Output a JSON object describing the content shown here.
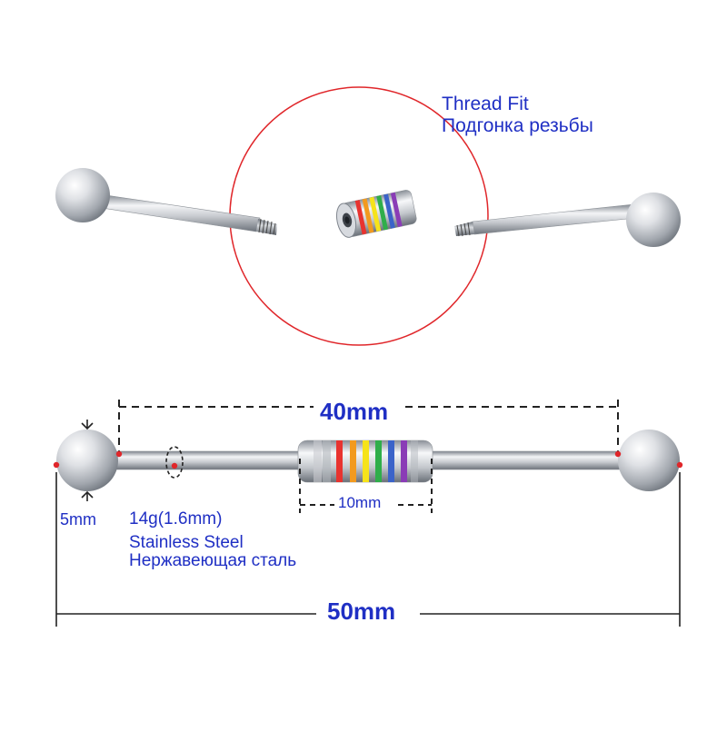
{
  "labels": {
    "thread_title": "Thread Fit",
    "thread_subtitle": "Подгонка резьбы",
    "dim_40": "40mm",
    "dim_10": "10mm",
    "dim_50": "50mm",
    "ball_size": "5mm",
    "gauge": "14g(1.6mm)",
    "material_en": "Stainless Steel",
    "material_ru": "Нержавеющая сталь"
  },
  "colors": {
    "text": "#1f2fc4",
    "circle": "#e0262a",
    "marker": "#e0262a",
    "steel_light": "#f4f5f7",
    "steel_mid": "#c9ccd1",
    "steel_dark": "#7d838b",
    "rings": [
      "#e8332f",
      "#f29a1f",
      "#f6e31a",
      "#2fae4a",
      "#3b63c9",
      "#8a3cb6"
    ]
  }
}
